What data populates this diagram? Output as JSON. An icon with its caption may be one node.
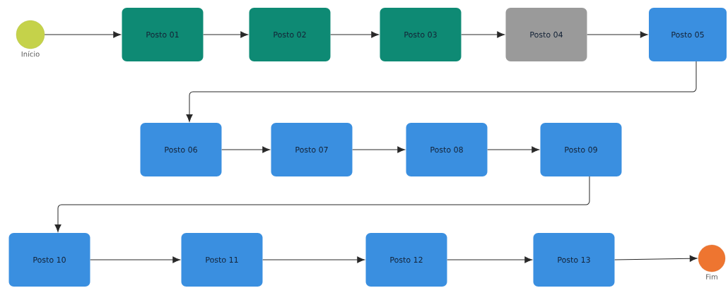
{
  "diagram": {
    "nodes": [
      {
        "text": [],
        "shape": "circle",
        "beside": [
          "Início"
        ]
      },
      {
        "text": [
          "Posto 01"
        ]
      },
      {
        "text": [
          "Posto 02"
        ]
      },
      {
        "text": [
          "Posto 03"
        ]
      },
      {
        "text": [
          "Posto 04"
        ]
      },
      {
        "text": [
          "Posto 05"
        ]
      },
      {
        "text": [
          "Posto 06"
        ]
      },
      {
        "text": [
          "Posto 07"
        ]
      },
      {
        "text": [
          "Posto 08"
        ]
      },
      {
        "text": [
          "Posto 09"
        ]
      },
      {
        "text": [
          "Posto 10"
        ]
      },
      {
        "text": [
          "Posto 11"
        ]
      },
      {
        "text": [
          "Posto 12"
        ]
      },
      {
        "text": [
          "Posto 13"
        ]
      },
      {
        "text": [],
        "shape": "circle",
        "beside": [
          "Fim"
        ]
      }
    ],
    "edges": [
      {
        "from": 0,
        "to": 1,
        "arrow": "to"
      },
      {
        "from": 1,
        "to": 2,
        "arrow": "to"
      },
      {
        "from": 2,
        "to": 3,
        "arrow": "to"
      },
      {
        "from": 3,
        "to": 4,
        "arrow": "to"
      },
      {
        "from": 4,
        "to": 5,
        "arrow": "to"
      },
      {
        "from": 5,
        "to": 6,
        "arrow": "to"
      },
      {
        "from": 6,
        "to": 7,
        "arrow": "to"
      },
      {
        "from": 7,
        "to": 8,
        "arrow": "to"
      },
      {
        "from": 8,
        "to": 9,
        "arrow": "to"
      },
      {
        "from": 9,
        "to": 10,
        "arrow": "to"
      },
      {
        "from": 10,
        "to": 11,
        "arrow": "to"
      },
      {
        "from": 11,
        "to": 12,
        "arrow": "to"
      },
      {
        "from": 12,
        "to": 13,
        "arrow": "to"
      },
      {
        "from": 13,
        "to": 14,
        "arrow": "to"
      }
    ]
  }
}
